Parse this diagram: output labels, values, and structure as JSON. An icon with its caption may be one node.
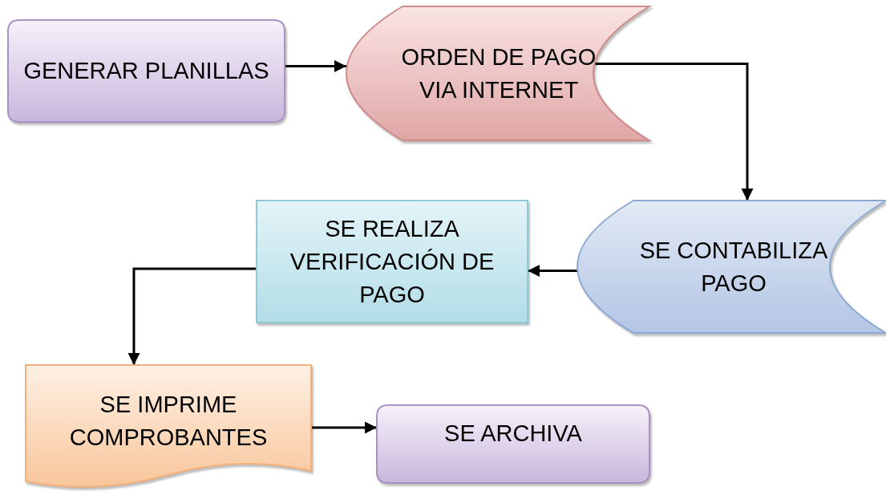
{
  "diagram": {
    "nodes": [
      {
        "text": [
          "GENERAR PLANILLAS"
        ]
      },
      {
        "text": [
          "ORDEN DE PAGO VIA INTERNET"
        ]
      },
      {
        "text": [
          "SE REALIZA VERIFICACIÓN DE PAGO"
        ]
      },
      {
        "text": [
          "SE CONTABILIZA PAGO"
        ]
      },
      {
        "text": [
          "SE IMPRIME COMPROBANTES"
        ]
      },
      {
        "text": [
          "SE ARCHIVA"
        ]
      }
    ],
    "edges": [
      {
        "from": 0,
        "to": 1,
        "arrow": "to"
      },
      {
        "from": 1,
        "to": 3,
        "arrow": "to"
      },
      {
        "from": 3,
        "to": 2,
        "arrow": "to"
      },
      {
        "from": 2,
        "to": 4,
        "arrow": "to"
      },
      {
        "from": 4,
        "to": 5,
        "arrow": "to"
      }
    ]
  }
}
